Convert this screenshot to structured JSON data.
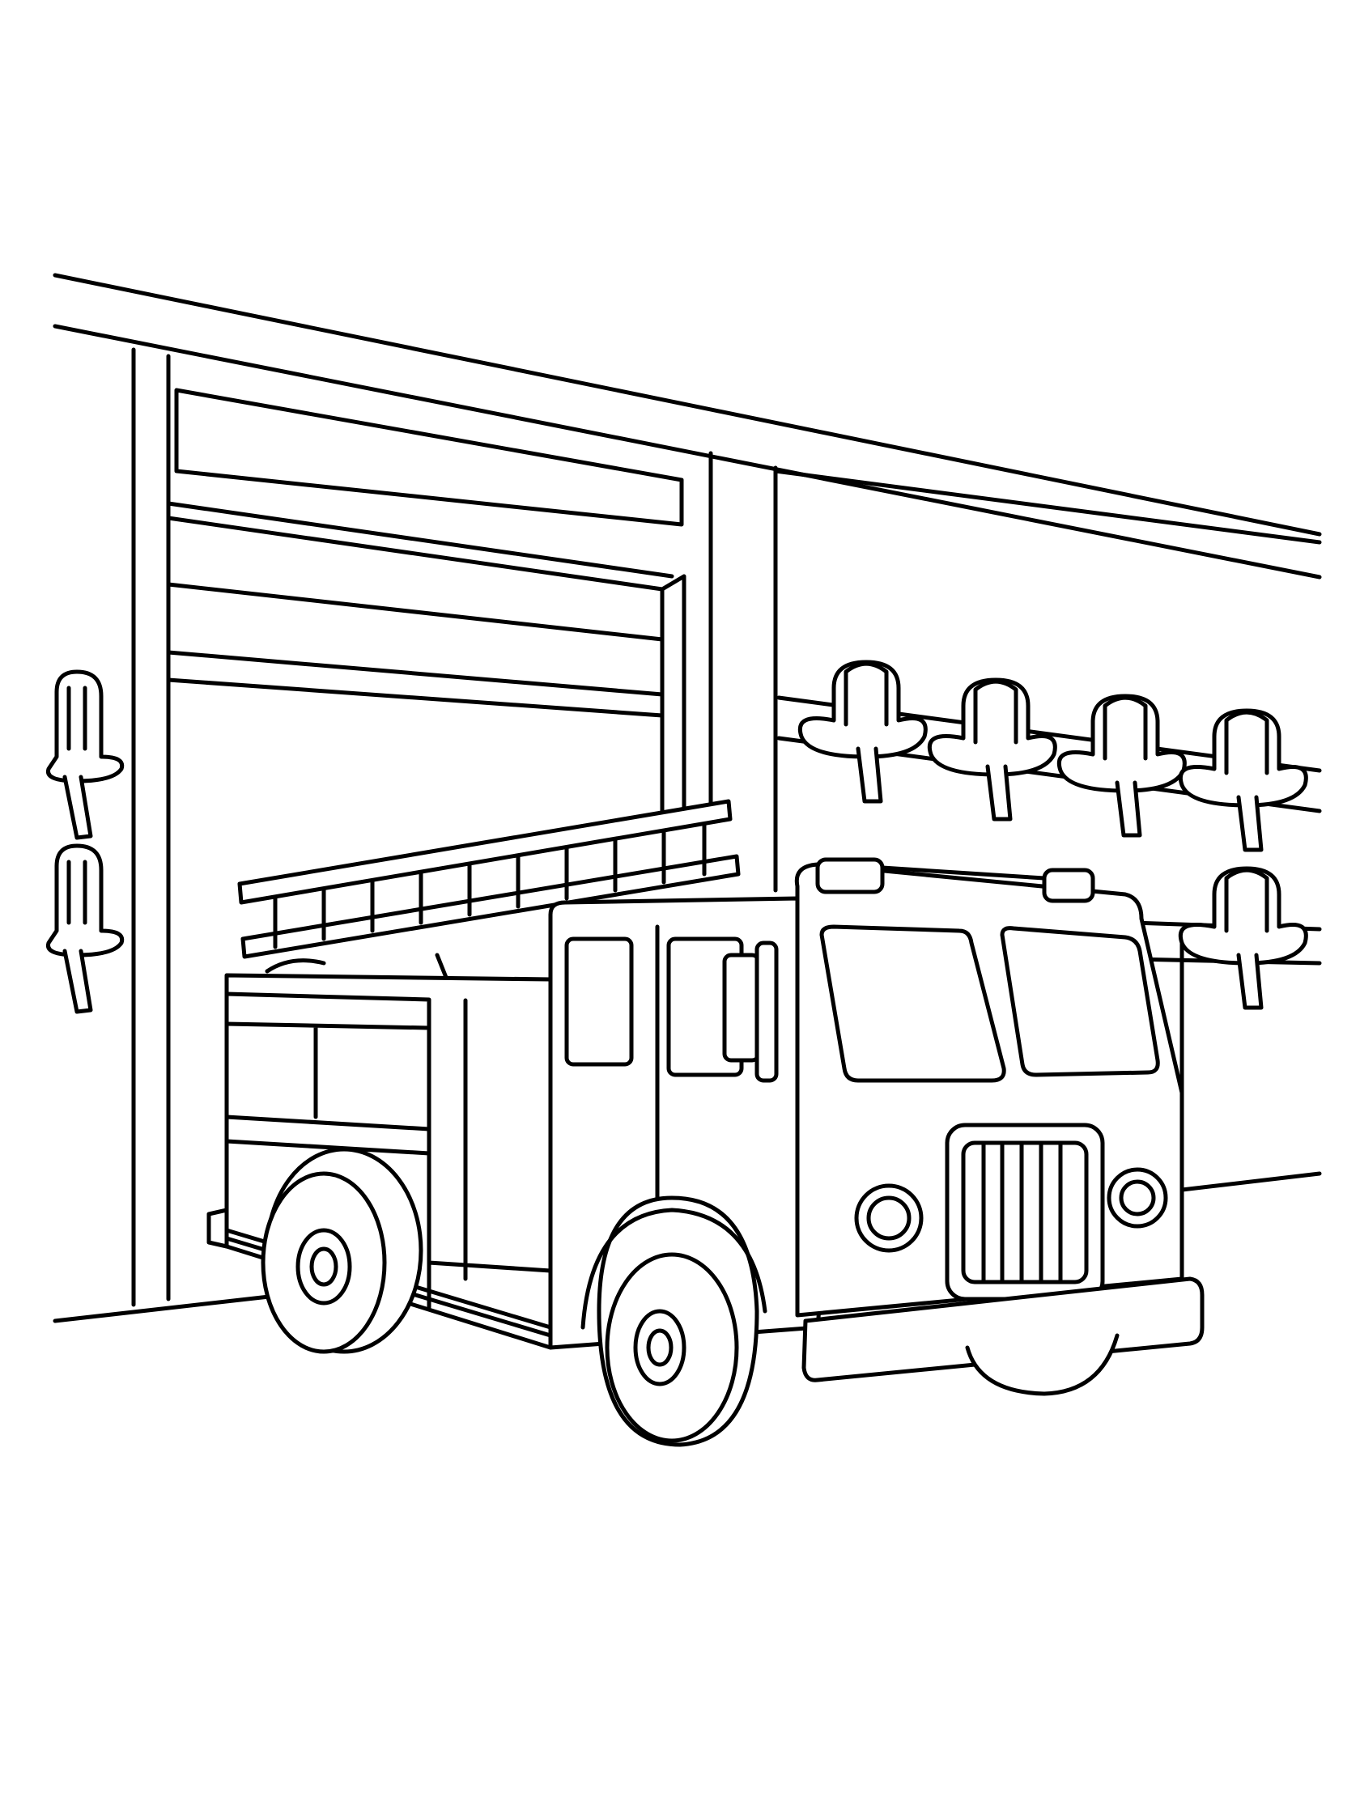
{
  "image": {
    "description_kind": "line-art coloring page",
    "ink_color": "#000000",
    "paper_color": "#ffffff"
  },
  "objects": {
    "building": "fire-station",
    "vehicle": "fire-truck",
    "rack_helmets": 5,
    "wall_left_helmets": 2,
    "right_lower_helmets": 1
  }
}
